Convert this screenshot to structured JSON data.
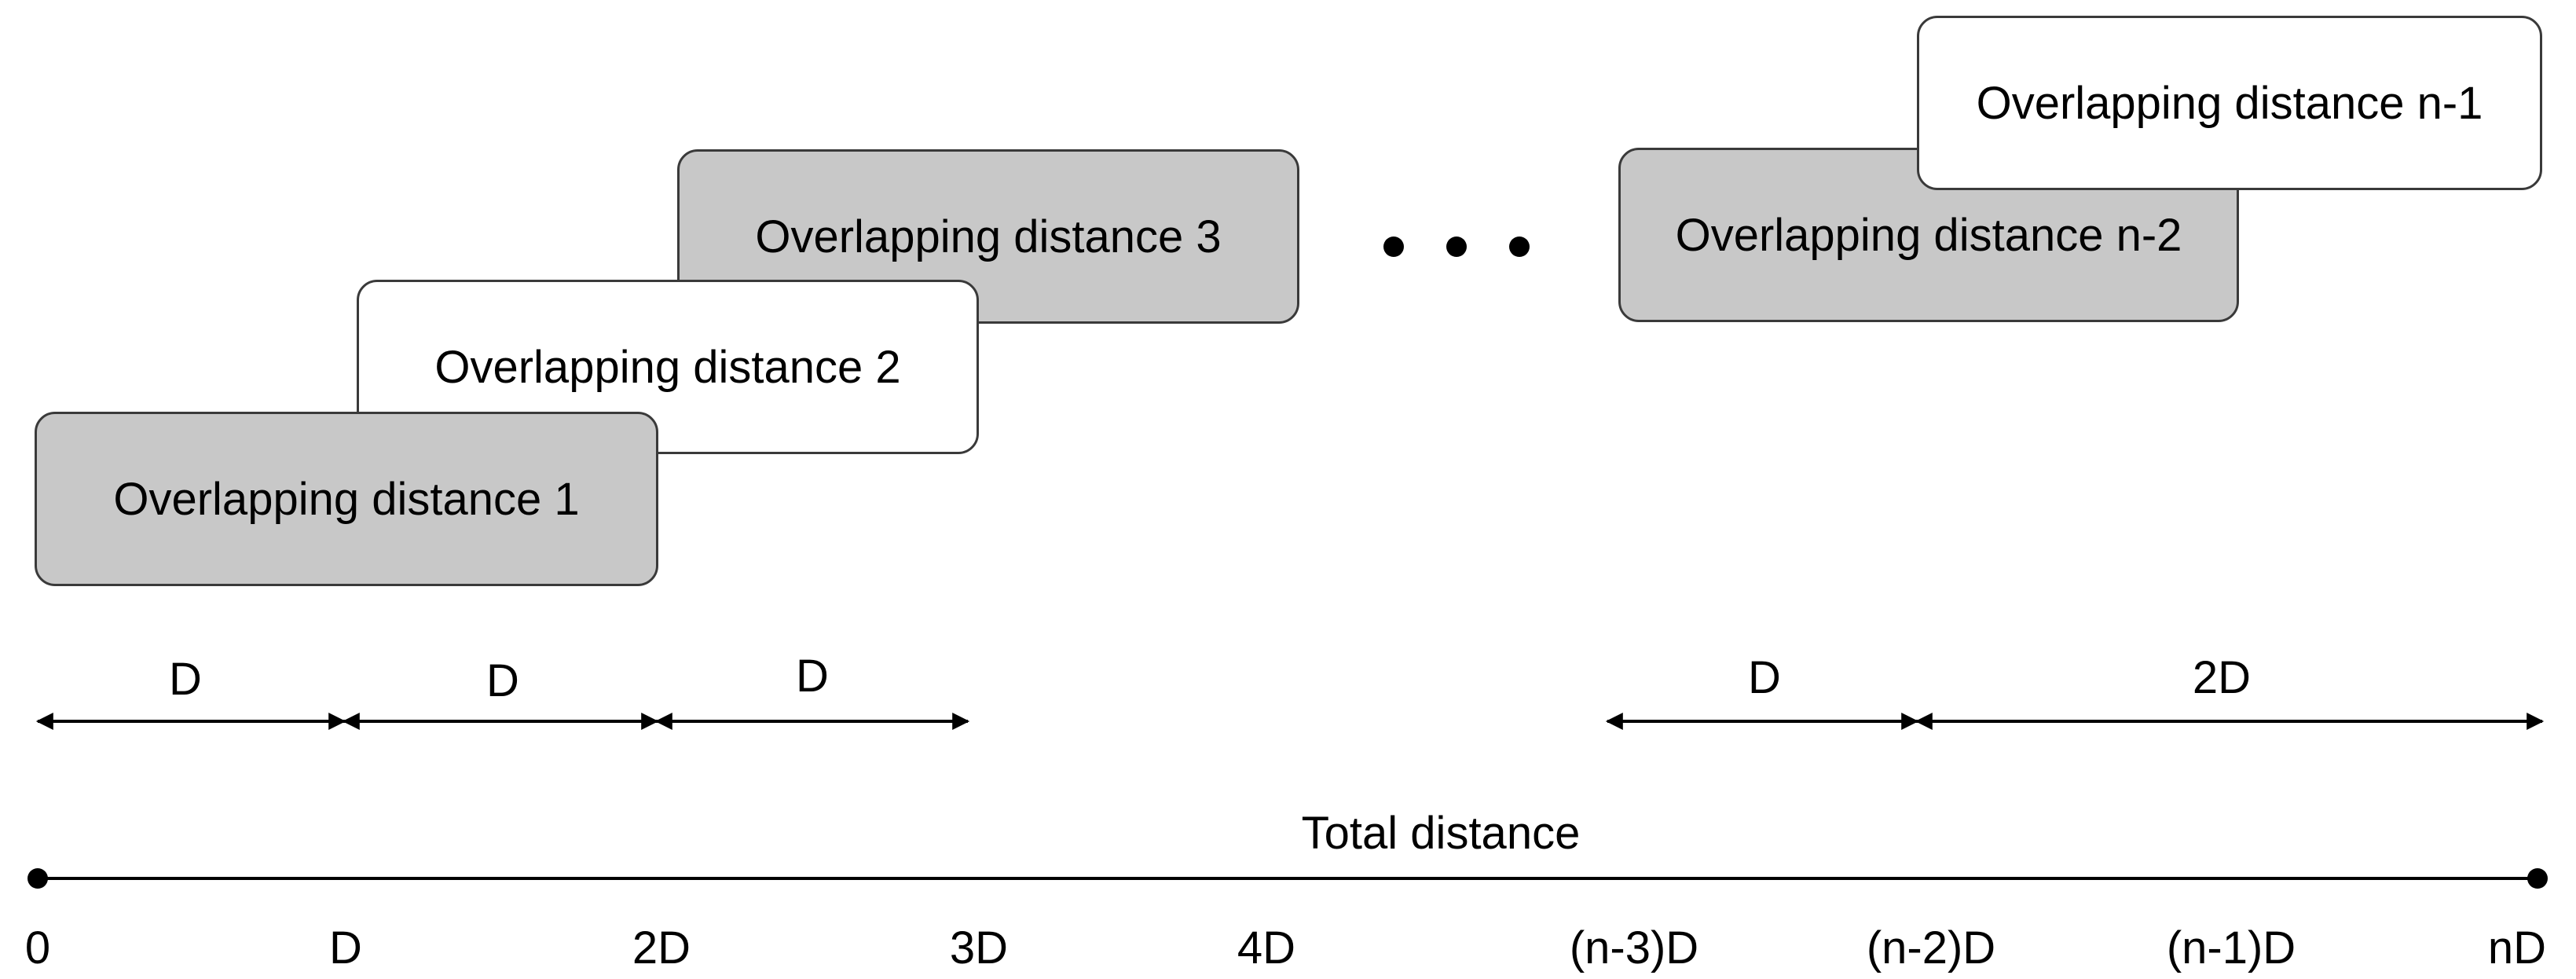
{
  "boxes": [
    {
      "label": "Overlapping distance 1",
      "fill": "gray"
    },
    {
      "label": "Overlapping distance 2",
      "fill": "white"
    },
    {
      "label": "Overlapping distance 3",
      "fill": "gray"
    },
    {
      "label": "Overlapping distance n-2",
      "fill": "gray"
    },
    {
      "label": "Overlapping distance n-1",
      "fill": "white"
    }
  ],
  "segment_labels": [
    "D",
    "D",
    "D",
    "D",
    "2D"
  ],
  "axis": {
    "title": "Total distance",
    "ticks": [
      "0",
      "D",
      "2D",
      "3D",
      "4D",
      "(n-3)D",
      "(n-2)D",
      "(n-1)D",
      "nD"
    ]
  },
  "colors": {
    "box_gray": "#c8c8c8",
    "box_white": "#ffffff",
    "line": "#000000"
  }
}
